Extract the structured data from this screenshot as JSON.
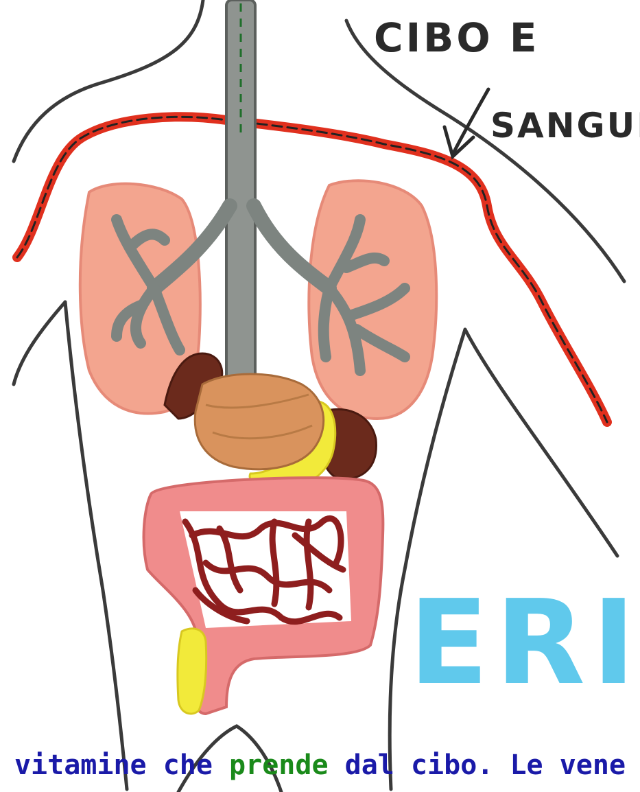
{
  "labels": {
    "food_and_blood_line1": "CIBO E",
    "food_and_blood_line2": "SANGUE",
    "signature": "ERI"
  },
  "caption": {
    "part1": "vitamine che ",
    "highlight": "prende",
    "part2": " dal cibo. Le vene"
  },
  "colors": {
    "body_outline": "#3a3a3a",
    "blood_vessel": "#e0301e",
    "lungs": "#f3a58f",
    "bronchi": "#7d8480",
    "trachea": "#8f9490",
    "stomach": "#d9935d",
    "liver": "#6b2a1c",
    "pancreas": "#f2ea3a",
    "large_intestine": "#f08c8c",
    "small_intestine": "#8e1e1e",
    "signature": "#4fc4ea",
    "caption_text": "#1a1aa8",
    "caption_highlight": "#1a8a1a"
  }
}
